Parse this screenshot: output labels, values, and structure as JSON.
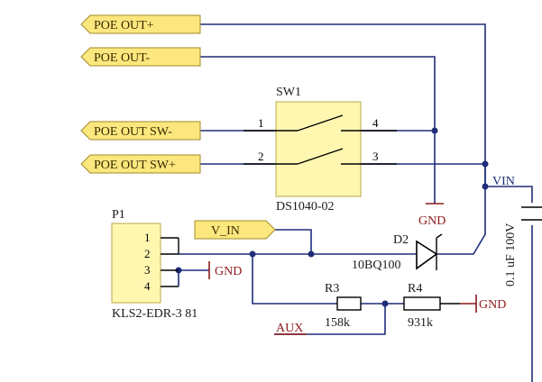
{
  "ports": {
    "poe_out_plus": "POE OUT+",
    "poe_out_minus": "POE OUT-",
    "poe_out_sw_minus": "POE OUT SW-",
    "poe_out_sw_plus": "POE OUT SW+",
    "v_in": "V_IN"
  },
  "sw1": {
    "designator": "SW1",
    "part": "DS1040-02",
    "pin1": "1",
    "pin2": "2",
    "pin3": "3",
    "pin4": "4"
  },
  "p1": {
    "designator": "P1",
    "part": "KLS2-EDR-3 81",
    "pin1": "1",
    "pin2": "2",
    "pin3": "3",
    "pin4": "4"
  },
  "d2": {
    "designator": "D2",
    "part": "10BQ100"
  },
  "r3": {
    "designator": "R3",
    "value": "158k"
  },
  "r4": {
    "designator": "R4",
    "value": "931k"
  },
  "capacitor": {
    "value": "0.1 uF 100V"
  },
  "nets": {
    "vin": "VIN",
    "aux": "AUX",
    "gnd": "GND"
  },
  "colors": {
    "wire": "#1f2d7a",
    "gnd": "#8b1a1a",
    "component_fill": "#fff7b0",
    "port_fill": "#fbe77e"
  }
}
